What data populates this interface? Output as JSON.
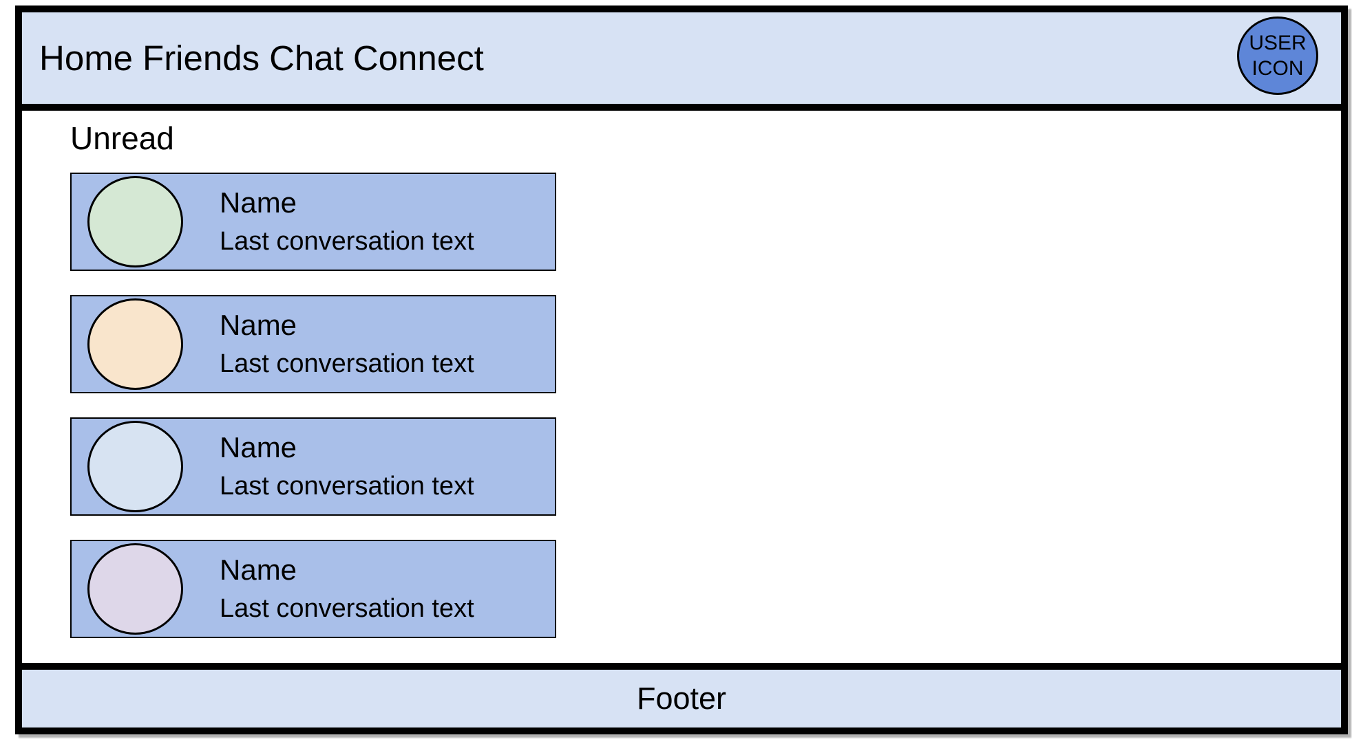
{
  "header": {
    "nav_items": [
      "Home",
      "Friends",
      "Chat",
      "Connect"
    ],
    "user_icon_label_line1": "USER",
    "user_icon_label_line2": "ICON"
  },
  "main": {
    "section_label": "Unread",
    "conversations": [
      {
        "name": "Name",
        "last_message": "Last conversation text",
        "avatar_color": "#d5e8d4"
      },
      {
        "name": "Name",
        "last_message": "Last conversation text",
        "avatar_color": "#f9e5cc"
      },
      {
        "name": "Name",
        "last_message": "Last conversation text",
        "avatar_color": "#d7e3f2"
      },
      {
        "name": "Name",
        "last_message": "Last conversation text",
        "avatar_color": "#ded7e9"
      }
    ]
  },
  "footer": {
    "label": "Footer"
  },
  "colors": {
    "header_footer_bg": "#d7e2f4",
    "card_bg": "#a9bfe9",
    "user_icon_bg": "#5e86d8",
    "frame_border": "#000000"
  }
}
